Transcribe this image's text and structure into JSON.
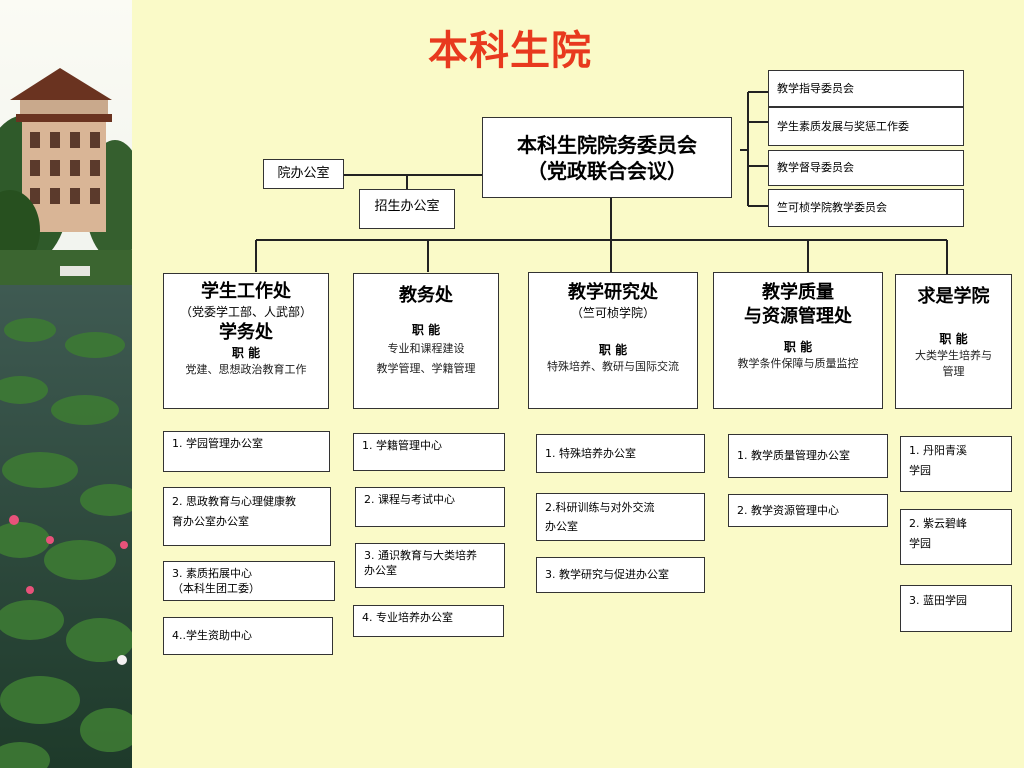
{
  "title": "本科生院",
  "council": {
    "line1": "本科生院院务委员会",
    "line2": "（党政联合会议）"
  },
  "office": "院办公室",
  "admissions": "招生办公室",
  "committees": [
    "教学指导委员会",
    "学生素质发展与奖惩工作委",
    "教学督导委员会",
    "竺可桢学院教学委员会"
  ],
  "depts": {
    "student": {
      "name": "学生工作处",
      "sub": "（党委学工部、人武部）",
      "name2": "学务处",
      "func_label": "职  能",
      "func": "党建、思想政治教育工作"
    },
    "academic": {
      "name": "教务处",
      "func_label": "职  能",
      "func1": "专业和课程建设",
      "func2": "教学管理、学籍管理"
    },
    "research": {
      "name": "教学研究处",
      "sub": "（竺可桢学院）",
      "func_label": "职  能",
      "func": "特殊培养、教研与国际交流"
    },
    "quality": {
      "name": "教学质量",
      "name2": "与资源管理处",
      "func_label": "职  能",
      "func": "教学条件保障与质量监控"
    },
    "qiushi": {
      "name": "求是学院",
      "func_label": "职  能",
      "func1": "大类学生培养与",
      "func2": "管理"
    }
  },
  "units": {
    "student": [
      "1.  学园管理办公室",
      "2.  思政教育与心理健康教\n育办公室办公室",
      "3.  素质拓展中心\n   （本科生团工委）",
      "4..学生资助中心"
    ],
    "academic": [
      "1.  学籍管理中心",
      "2. 课程与考试中心",
      "3.  通识教育与大类培养\n办公室",
      "4.  专业培养办公室"
    ],
    "research": [
      "1. 特殊培养办公室",
      "2.科研训练与对外交流\n办公室",
      "3.  教学研究与促进办公室"
    ],
    "quality": [
      "1.  教学质量管理办公室",
      "2. 教学资源管理中心"
    ],
    "qiushi": [
      "1. 丹阳青溪\n    学园",
      "2.  紫云碧峰\n    学园",
      "3.  蓝田学园"
    ]
  }
}
